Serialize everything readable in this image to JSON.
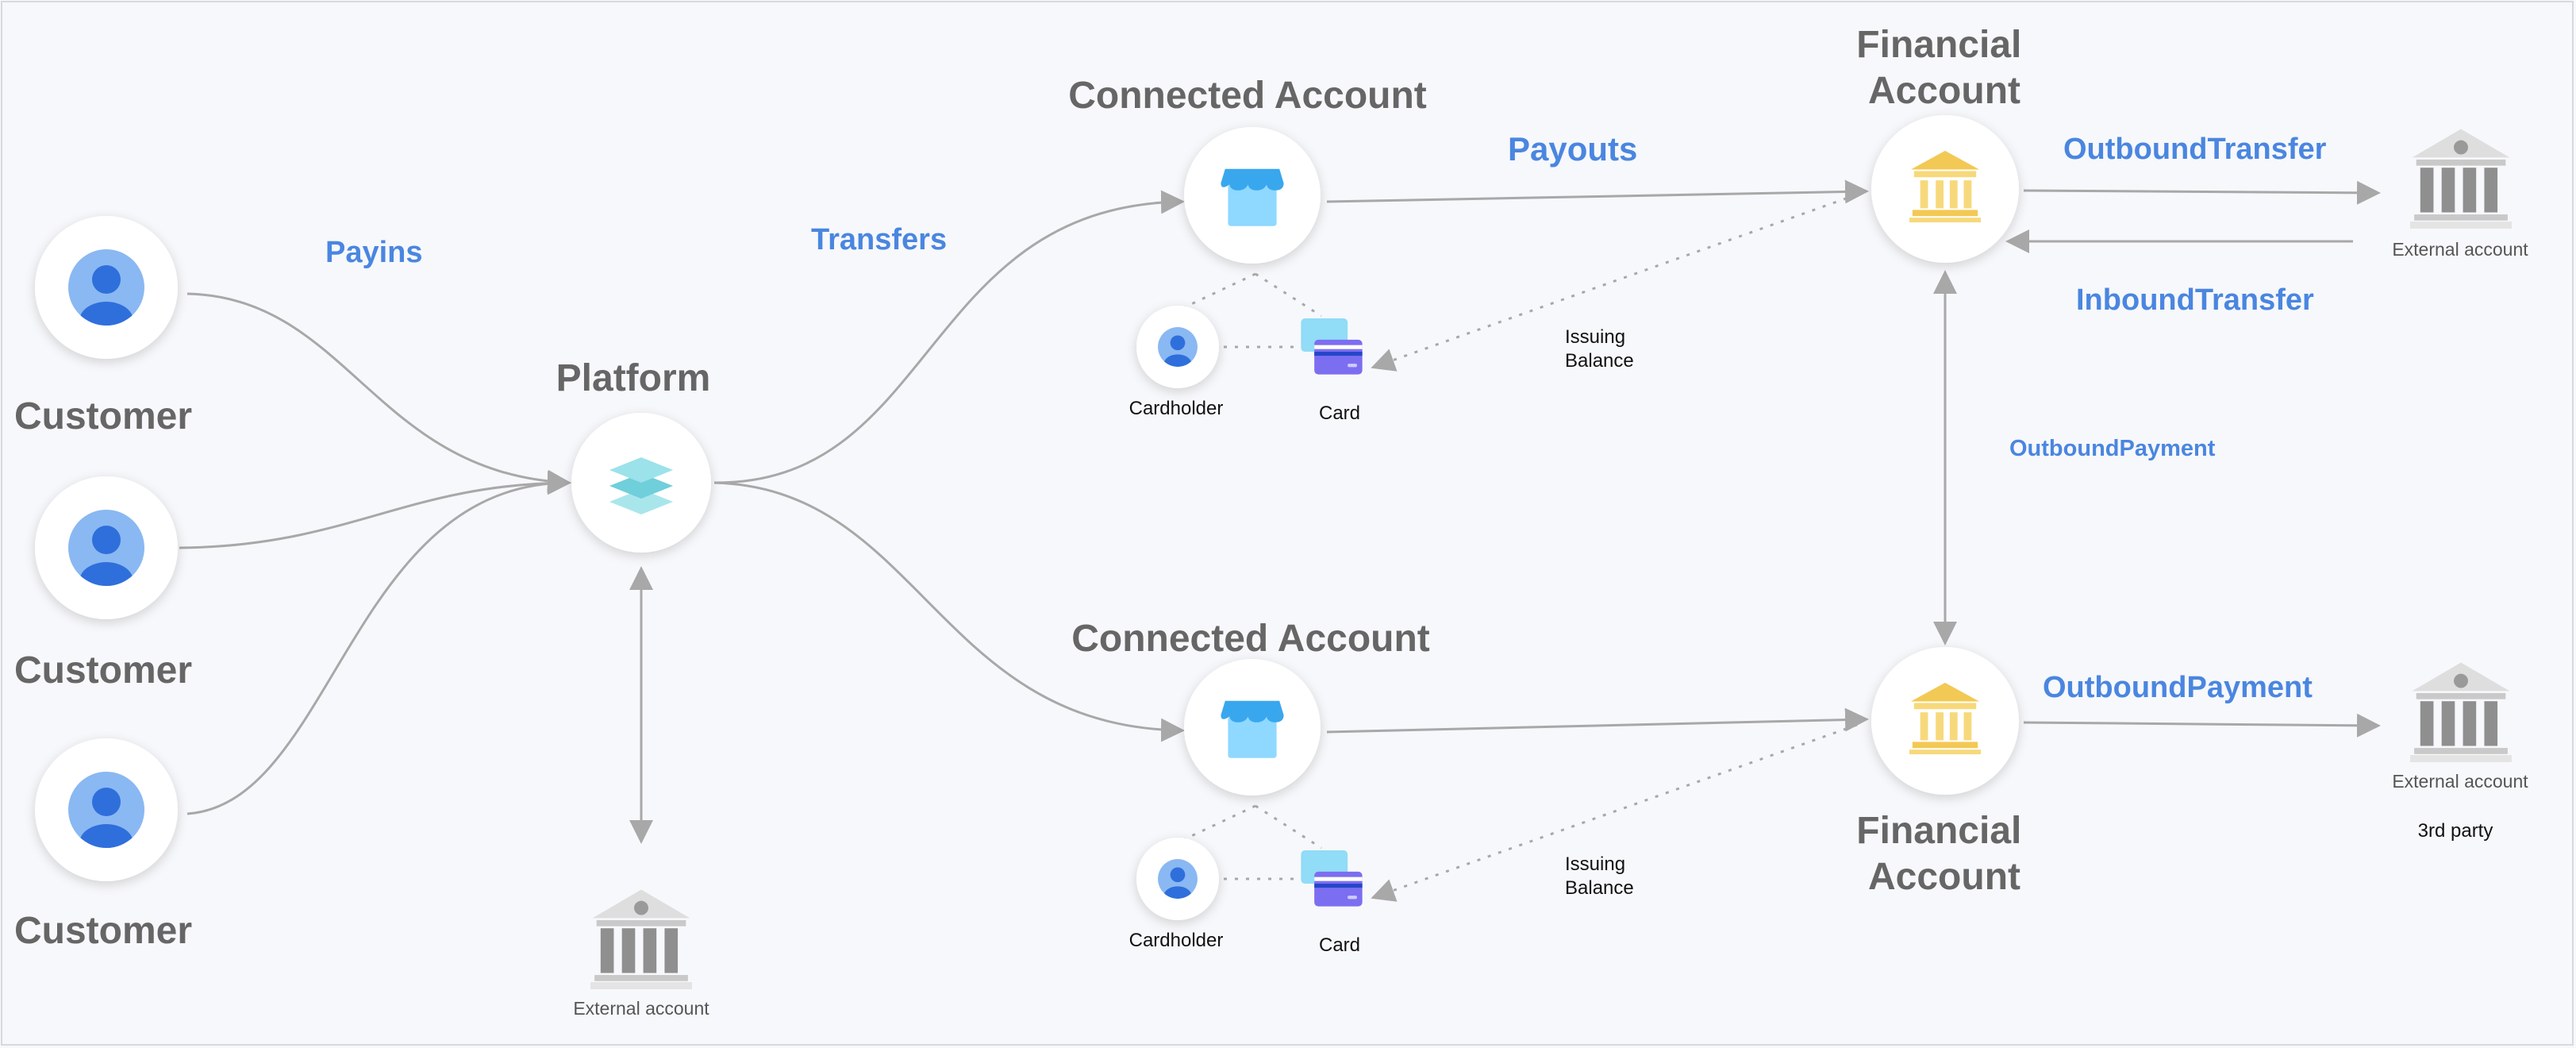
{
  "colors": {
    "background": "#f7f8fb",
    "node_title": "#666666",
    "flow_label": "#4a86e0",
    "small_text": "#111111",
    "external_text": "#555555",
    "arrow": "#a8a8a8",
    "node_circle": "#ffffff"
  },
  "nodes": {
    "customers": [
      {
        "label": "Customer",
        "icon": "person-icon"
      },
      {
        "label": "Customer",
        "icon": "person-icon"
      },
      {
        "label": "Customer",
        "icon": "person-icon"
      }
    ],
    "platform": {
      "label": "Platform",
      "icon": "layers-icon"
    },
    "platform_external": {
      "label": "External account",
      "icon": "bank-icon"
    },
    "connected_accounts": [
      {
        "label": "Connected Account",
        "icon": "storefront-icon",
        "cardholder": "Cardholder",
        "card": "Card",
        "issuing_balance": "Issuing\nBalance"
      },
      {
        "label": "Connected Account",
        "icon": "storefront-icon",
        "cardholder": "Cardholder",
        "card": "Card",
        "issuing_balance": "Issuing\nBalance"
      }
    ],
    "financial_accounts": [
      {
        "label": "Financial\nAccount",
        "icon": "bank-gold-icon"
      },
      {
        "label": "Financial\nAccount",
        "icon": "bank-gold-icon"
      }
    ],
    "external_accounts": [
      {
        "label": "External account",
        "sublabel": "",
        "icon": "bank-icon"
      },
      {
        "label": "External account",
        "sublabel": "3rd party",
        "icon": "bank-icon"
      }
    ]
  },
  "flows": {
    "payins": "Payins",
    "transfers": "Transfers",
    "payouts": "Payouts",
    "outbound_transfer": "OutboundTransfer",
    "inbound_transfer": "InboundTransfer",
    "outbound_payment_mid": "OutboundPayment",
    "outbound_payment_bottom": "OutboundPayment"
  }
}
